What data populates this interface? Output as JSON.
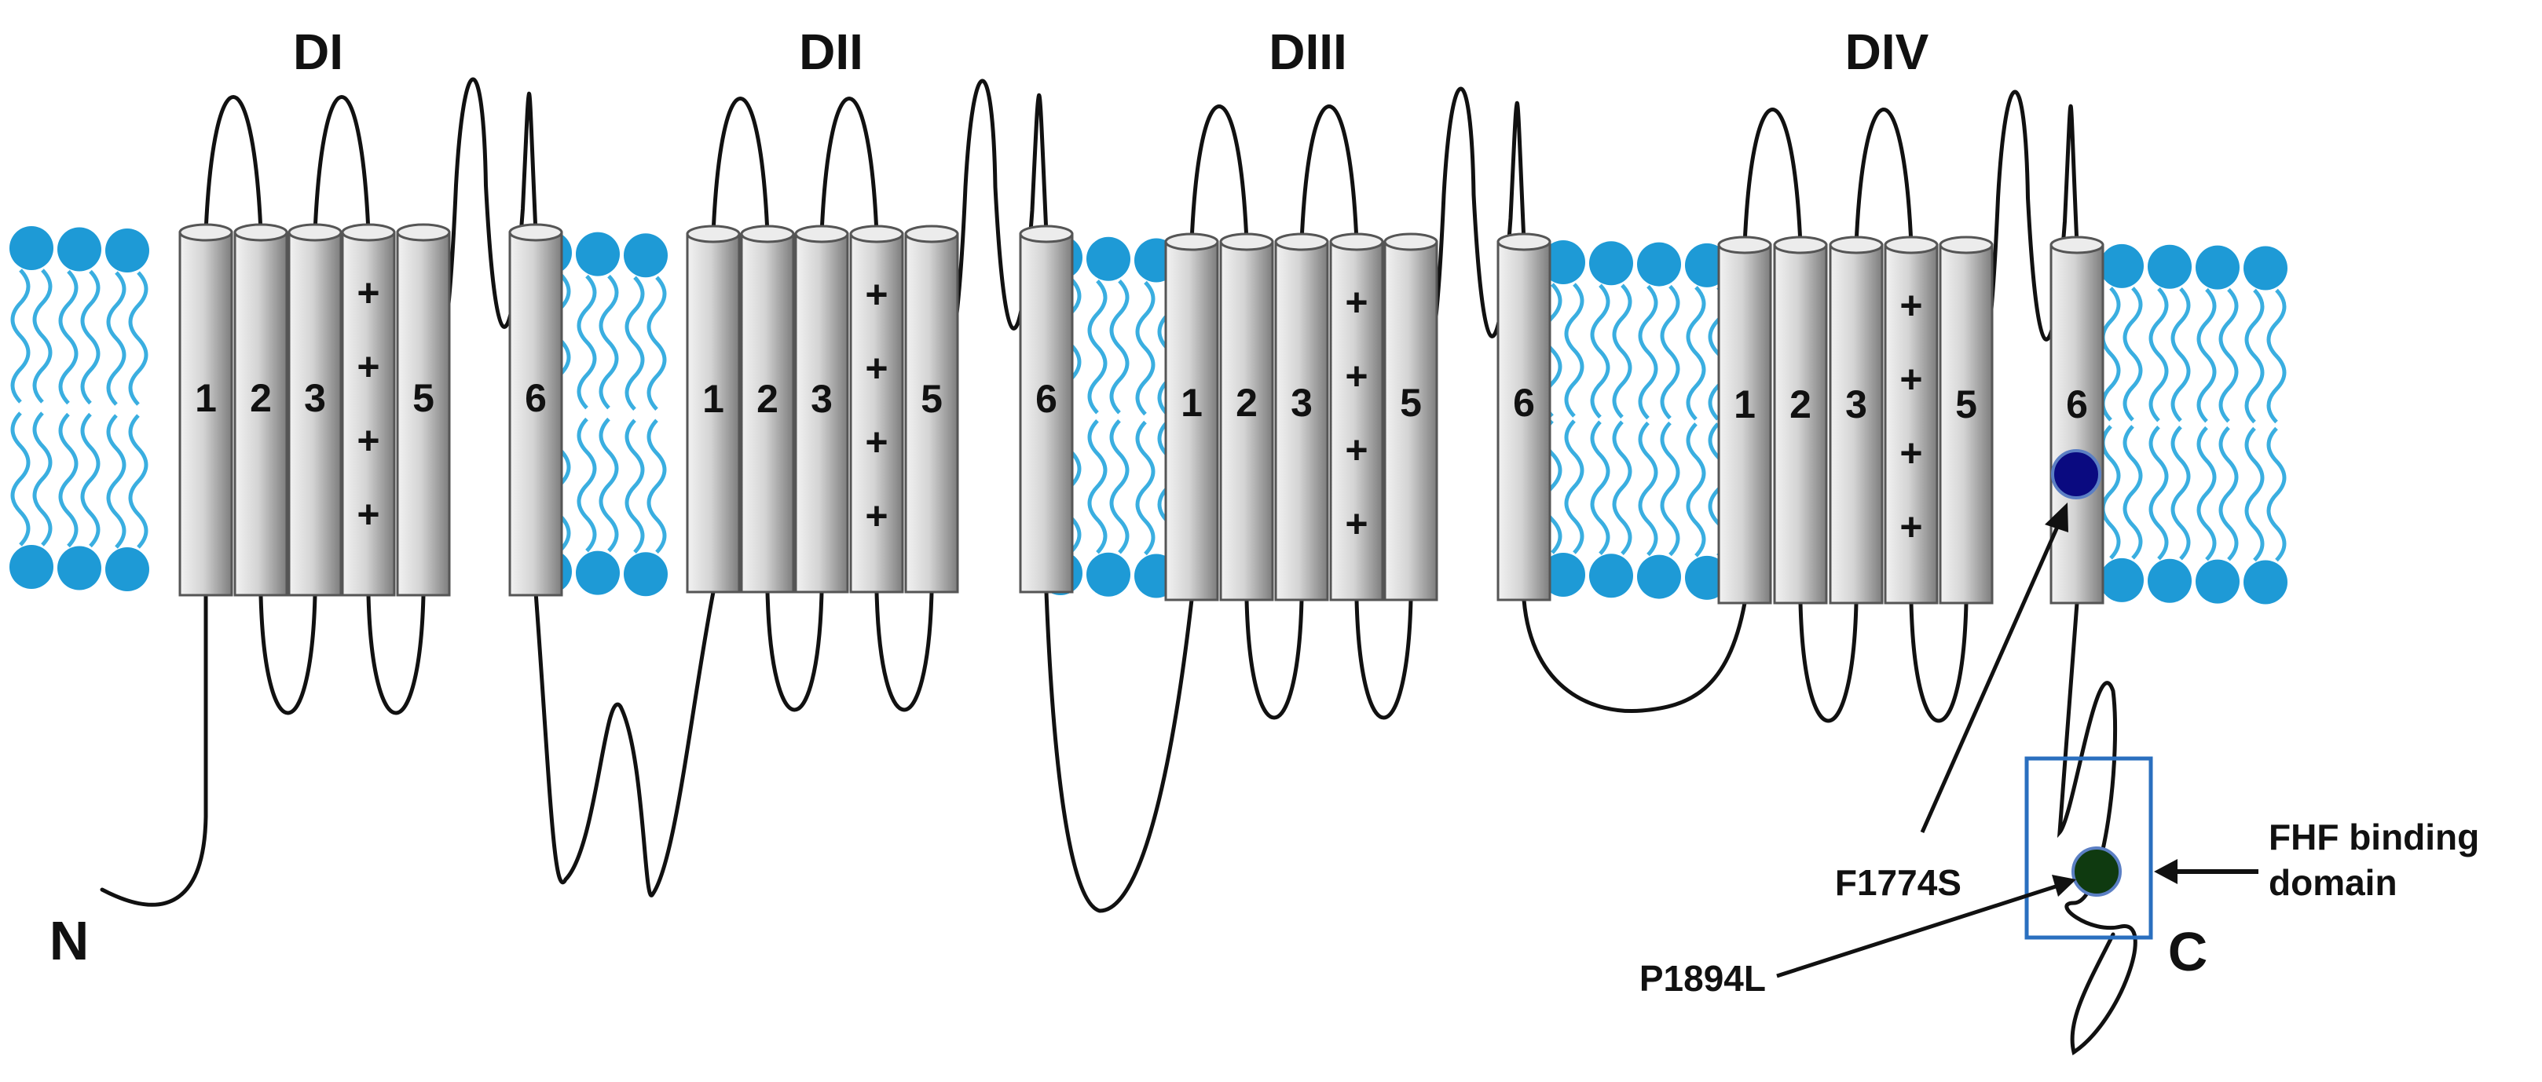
{
  "domains": [
    {
      "label": "DI",
      "segments": [
        "1",
        "2",
        "3",
        "+",
        "5",
        "6"
      ]
    },
    {
      "label": "DII",
      "segments": [
        "1",
        "2",
        "3",
        "+",
        "5",
        "6"
      ]
    },
    {
      "label": "DIII",
      "segments": [
        "1",
        "2",
        "3",
        "+",
        "5",
        "6"
      ]
    },
    {
      "label": "DIV",
      "segments": [
        "1",
        "2",
        "3",
        "+",
        "5",
        "6"
      ]
    }
  ],
  "voltage_sensor_symbol": "+",
  "termini": {
    "n": "N",
    "c": "C"
  },
  "mutations": [
    {
      "label": "F1774S",
      "color": "#0a0a80"
    },
    {
      "label": "P1894L",
      "color": "#0f3a10"
    }
  ],
  "binding_domain": {
    "line1": "FHF binding",
    "line2": "domain",
    "box_color": "#2a6fbf"
  },
  "colors": {
    "lipid_head": "#1e9ad6",
    "lipid_tail": "#3aaee0",
    "cylinder_light": "#e6e6e6",
    "cylinder_dark": "#8c8c8c"
  }
}
